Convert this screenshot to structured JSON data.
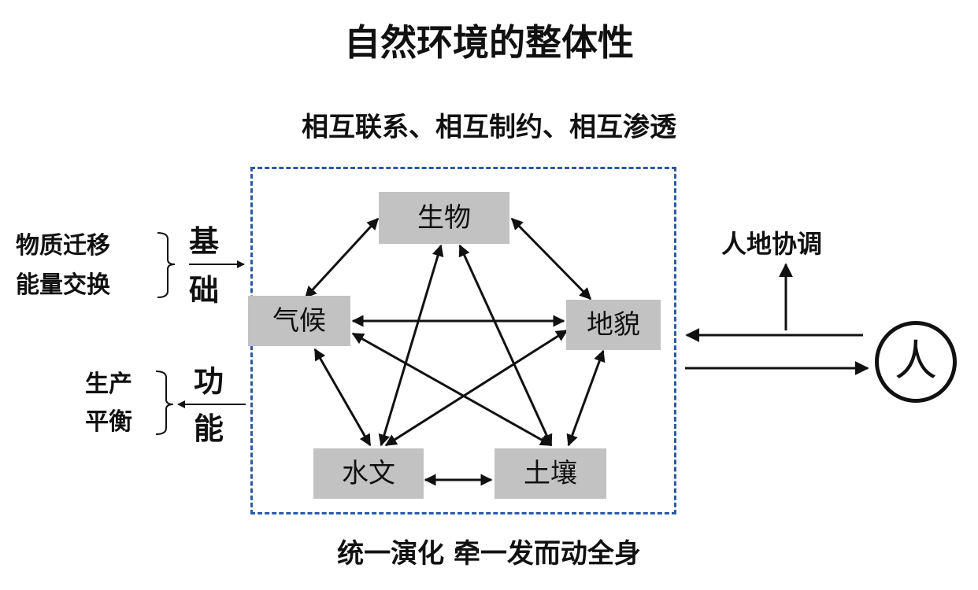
{
  "title": "自然环境的整体性",
  "subtitle": "相互联系、相互制约、相互渗透",
  "footer": "统一演化  牵一发而动全身",
  "nodes": {
    "biology": "生物",
    "climate": "气候",
    "landform": "地貌",
    "hydrology": "水文",
    "soil": "土壤"
  },
  "left": {
    "basis_items": [
      "物质迁移",
      "能量交换"
    ],
    "basis_label": [
      "基",
      "础"
    ],
    "function_items": [
      "生产",
      "平衡"
    ],
    "function_label": [
      "功",
      "能"
    ]
  },
  "right": {
    "harmony": "人地协调",
    "person": "人"
  },
  "colors": {
    "frame": "#2b5aa6",
    "node_fill": "#c2c2c2",
    "arrow": "#111111"
  }
}
